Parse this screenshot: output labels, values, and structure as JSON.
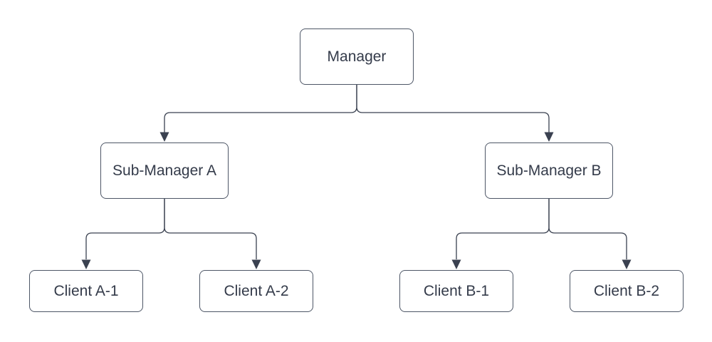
{
  "diagram": {
    "type": "org-chart",
    "nodes": [
      {
        "id": "manager",
        "label": "Manager",
        "level": 1
      },
      {
        "id": "sub-manager-a",
        "label": "Sub-Manager A",
        "level": 2
      },
      {
        "id": "sub-manager-b",
        "label": "Sub-Manager B",
        "level": 2
      },
      {
        "id": "client-a1",
        "label": "Client A-1",
        "level": 3
      },
      {
        "id": "client-a2",
        "label": "Client A-2",
        "level": 3
      },
      {
        "id": "client-b1",
        "label": "Client B-1",
        "level": 3
      },
      {
        "id": "client-b2",
        "label": "Client B-2",
        "level": 3
      }
    ],
    "edges": [
      {
        "from": "manager",
        "to": "sub-manager-a",
        "arrow": "triangle-down"
      },
      {
        "from": "manager",
        "to": "sub-manager-b",
        "arrow": "triangle-down"
      },
      {
        "from": "sub-manager-a",
        "to": "client-a1",
        "arrow": "triangle-down"
      },
      {
        "from": "sub-manager-a",
        "to": "client-a2",
        "arrow": "triangle-down"
      },
      {
        "from": "sub-manager-b",
        "to": "client-b1",
        "arrow": "triangle-down"
      },
      {
        "from": "sub-manager-b",
        "to": "client-b2",
        "arrow": "triangle-down"
      }
    ],
    "colors": {
      "background": "#ffffff",
      "node_fill": "#ffffff",
      "node_border": "#4d5666",
      "text": "#343b4a",
      "connector": "#3a4150"
    }
  }
}
